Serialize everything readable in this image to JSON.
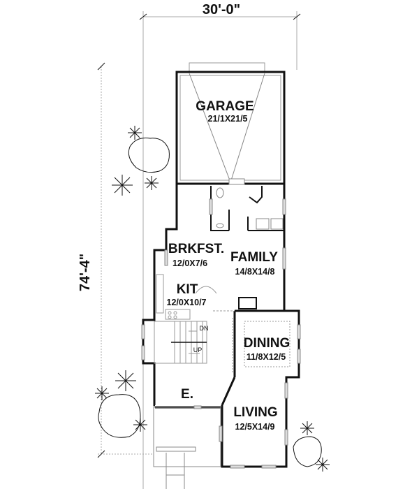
{
  "plan": {
    "overall_width": "30'-0\"",
    "overall_depth": "74'-4\"",
    "rooms": [
      {
        "id": "garage",
        "name": "GARAGE",
        "size": "21/1X21/5"
      },
      {
        "id": "brkfst",
        "name": "BRKFST.",
        "size": "12/0X7/6"
      },
      {
        "id": "family",
        "name": "FAMILY",
        "size": "14/8X14/8"
      },
      {
        "id": "kit",
        "name": "KIT",
        "size": "12/0X10/7"
      },
      {
        "id": "dining",
        "name": "DINING",
        "size": "11/8X12/5"
      },
      {
        "id": "entry",
        "name": "E.",
        "size": ""
      },
      {
        "id": "living",
        "name": "LIVING",
        "size": "12/5X14/9"
      }
    ],
    "stair_labels": {
      "down": "DN",
      "up": "UP"
    }
  },
  "colors": {
    "wall": "#111111",
    "line": "#888888",
    "window": "#bbbbbb"
  }
}
